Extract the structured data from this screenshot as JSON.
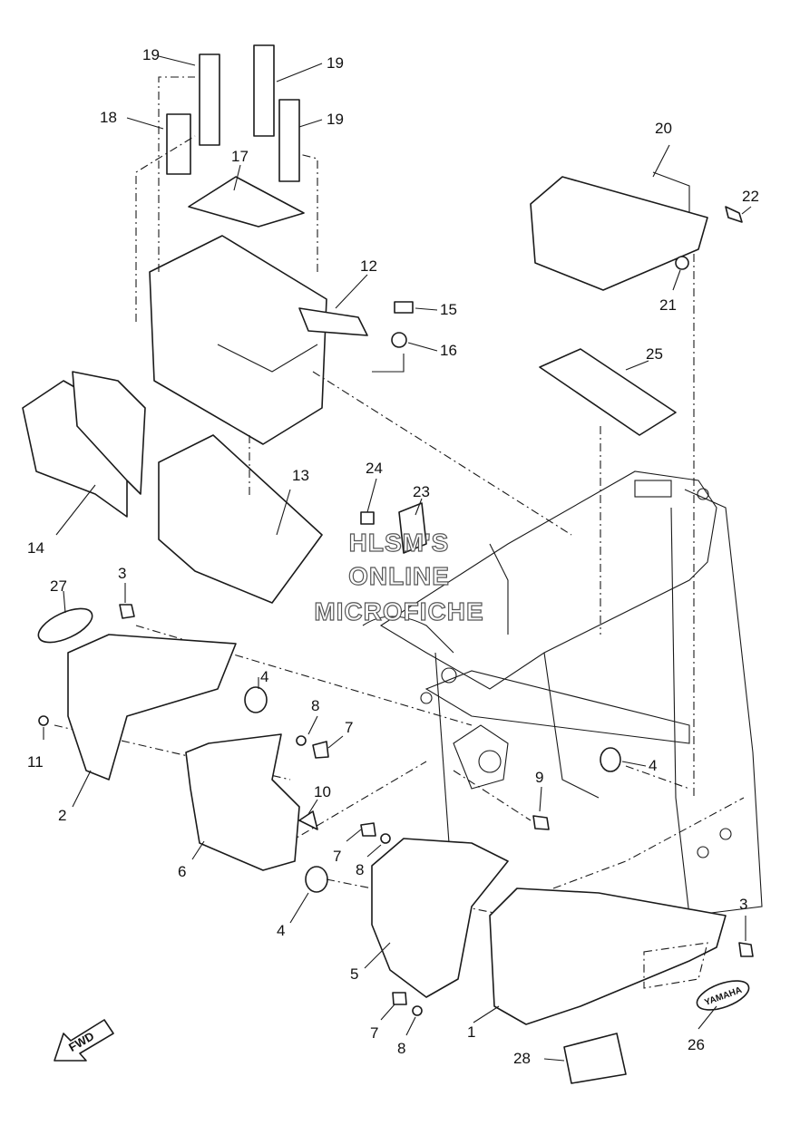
{
  "watermark": {
    "line1": "HLSM'S",
    "line2": "ONLINE",
    "line3": "MICROFICHE"
  },
  "callouts": {
    "c1": "1",
    "c2": "2",
    "c3a": "3",
    "c3b": "3",
    "c4a": "4",
    "c4b": "4",
    "c4c": "4",
    "c5": "5",
    "c6": "6",
    "c7a": "7",
    "c7b": "7",
    "c7c": "7",
    "c8a": "8",
    "c8b": "8",
    "c8c": "8",
    "c9": "9",
    "c10": "10",
    "c11": "11",
    "c12": "12",
    "c13": "13",
    "c14": "14",
    "c15": "15",
    "c16": "16",
    "c17": "17",
    "c18": "18",
    "c19a": "19",
    "c19b": "19",
    "c19c": "19",
    "c20": "20",
    "c21": "21",
    "c22": "22",
    "c23": "23",
    "c24": "24",
    "c25": "25",
    "c26": "26",
    "c27": "27",
    "c28": "28"
  },
  "emblem_text": "YAMAHA",
  "fwd_arrow": "FWD"
}
